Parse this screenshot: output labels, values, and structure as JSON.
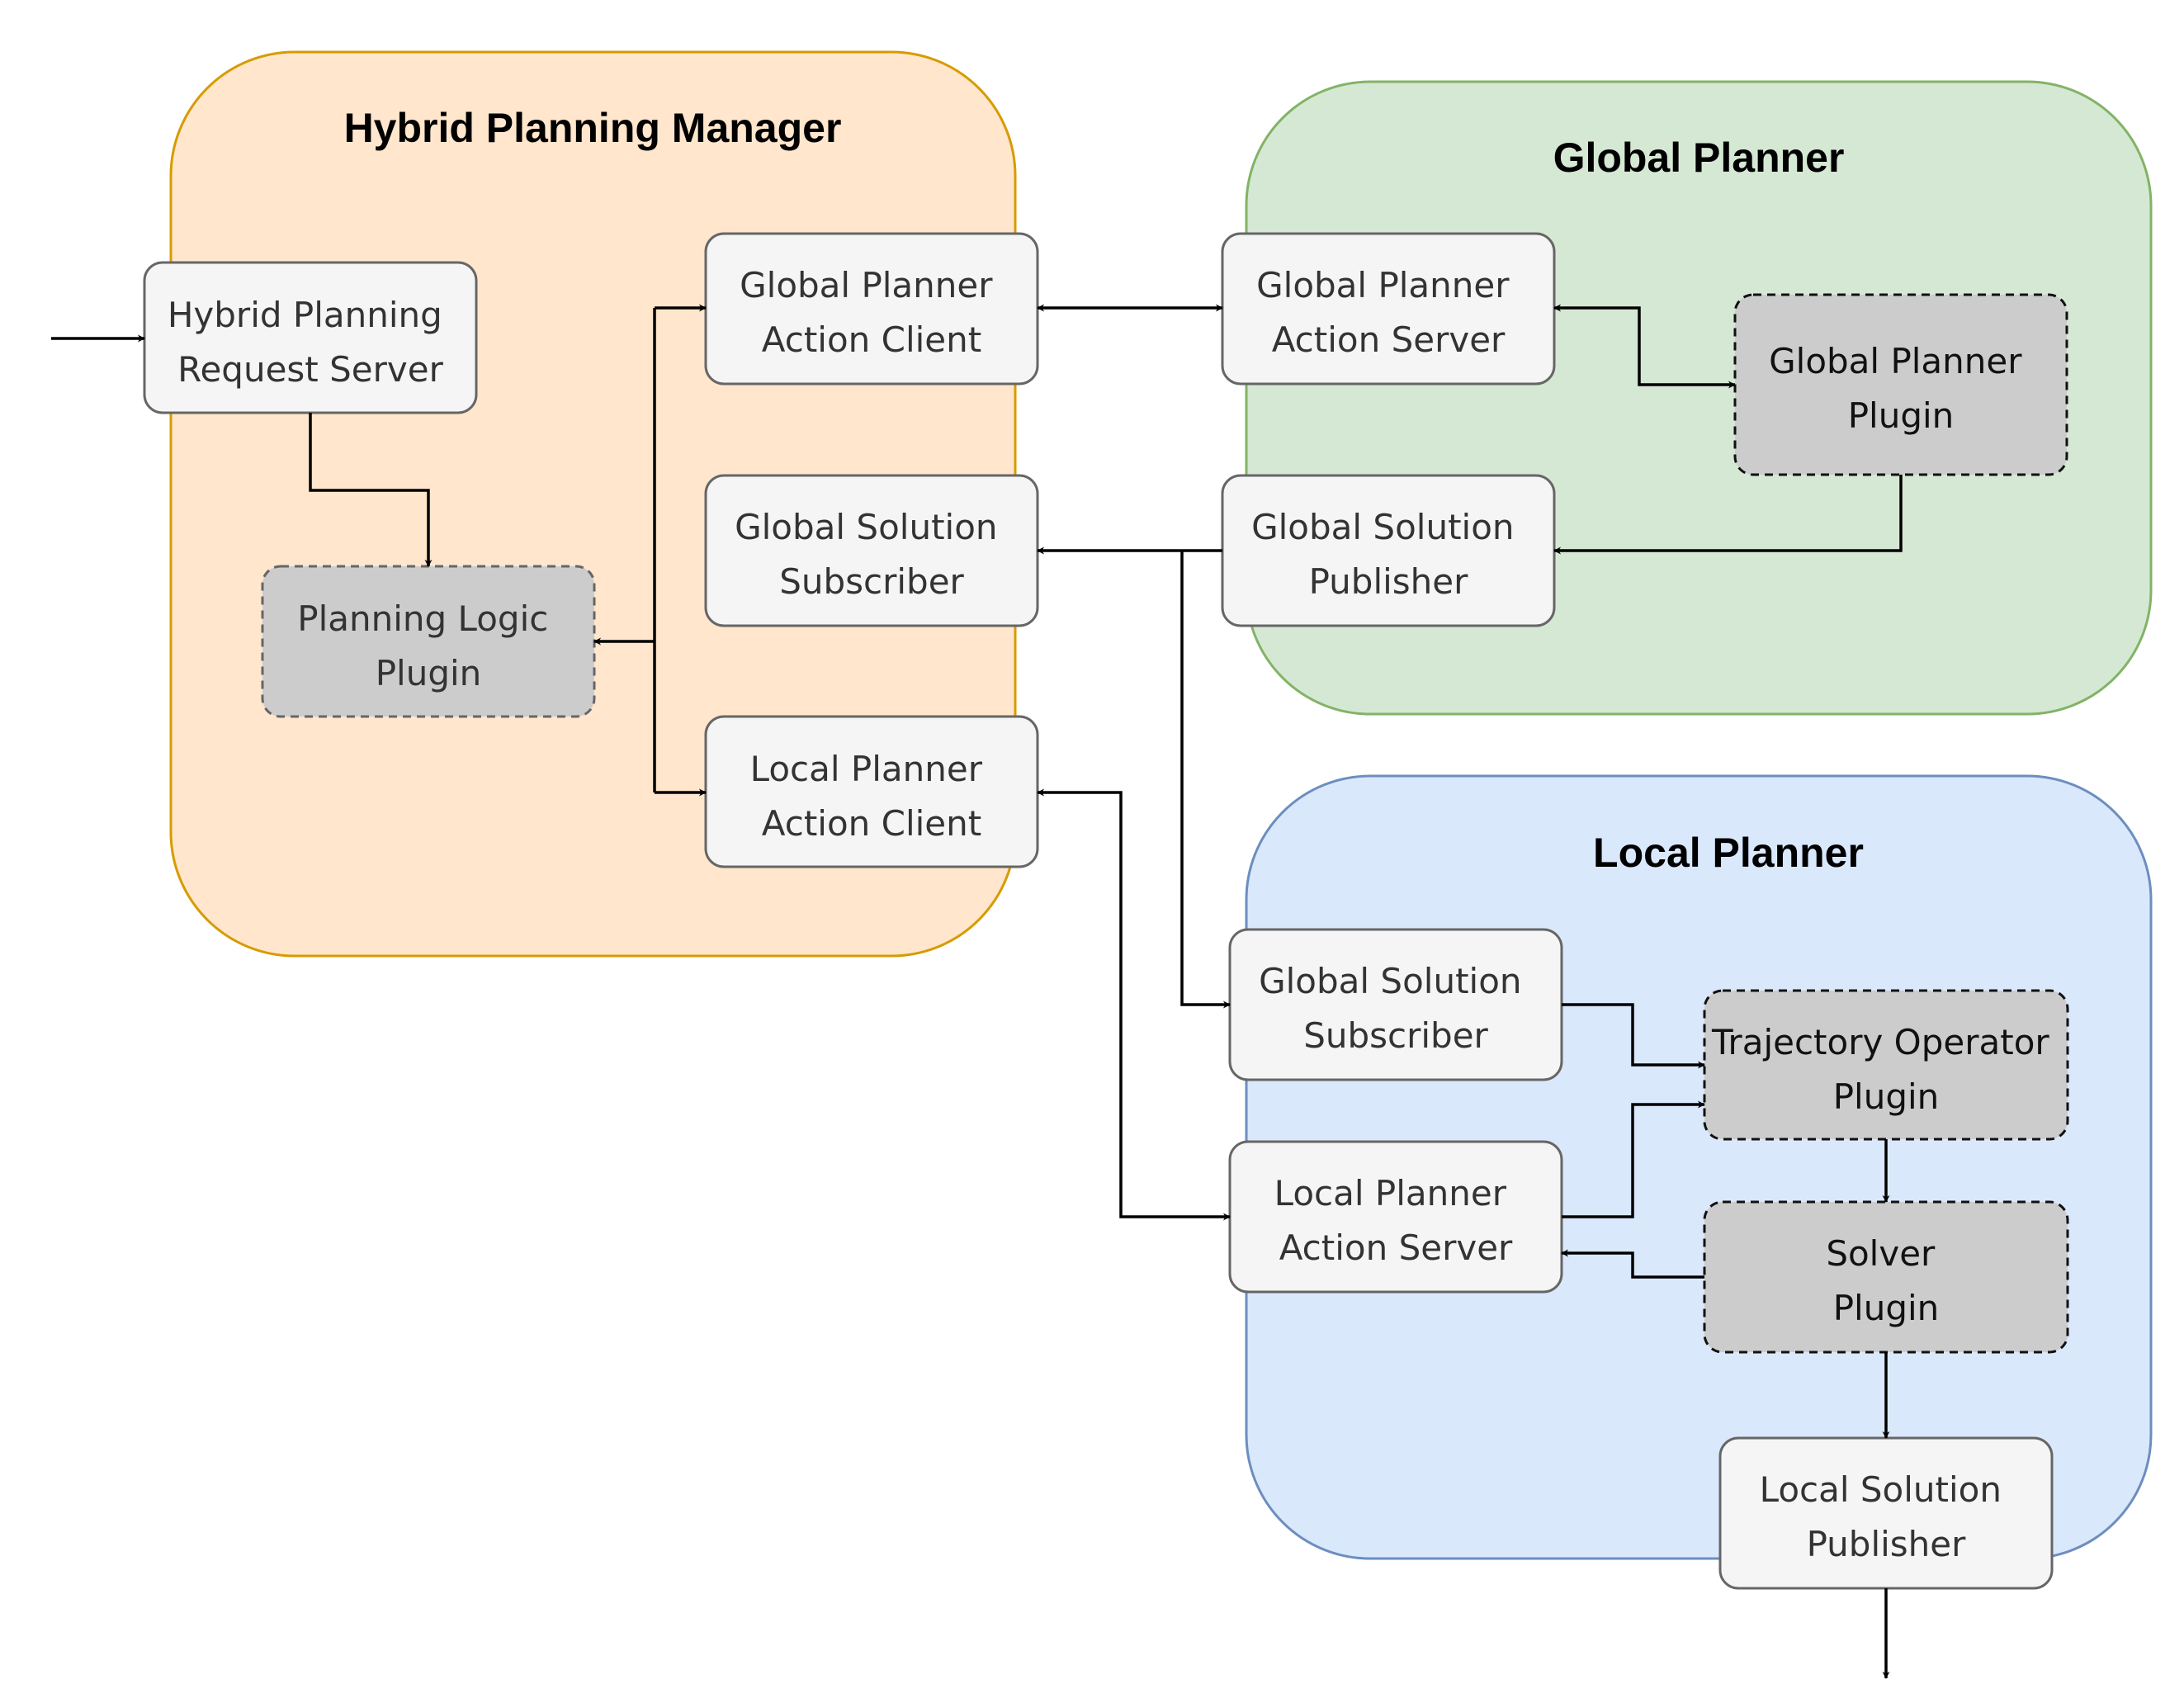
{
  "colors": {
    "hpm_fill": "#ffe6cc",
    "hpm_stroke": "#d79b00",
    "global_fill": "#d5e8d4",
    "global_stroke": "#82b366",
    "local_fill": "#dae8fc",
    "local_stroke": "#6c8ebf",
    "node_fill": "#f5f5f5",
    "node_stroke": "#666666",
    "plugin_fill": "#cccccc"
  },
  "groups": {
    "hpm": {
      "title": "Hybrid Planning Manager"
    },
    "global": {
      "title": "Global Planner"
    },
    "local": {
      "title": "Local Planner"
    }
  },
  "nodes": {
    "hybrid_request_server": {
      "line1": "Hybrid Planning",
      "line2": "Request Server"
    },
    "planning_logic_plugin": {
      "line1": "Planning Logic",
      "line2": "Plugin"
    },
    "hpm_global_action_client": {
      "line1": "Global Planner",
      "line2": "Action Client"
    },
    "hpm_global_solution_subscriber": {
      "line1": "Global Solution",
      "line2": "Subscriber"
    },
    "hpm_local_action_client": {
      "line1": "Local Planner",
      "line2": "Action Client"
    },
    "global_action_server": {
      "line1": "Global Planner",
      "line2": "Action Server"
    },
    "global_planner_plugin": {
      "line1": "Global Planner",
      "line2": "Plugin"
    },
    "global_solution_publisher": {
      "line1": "Global Solution",
      "line2": "Publisher"
    },
    "local_global_solution_subscriber": {
      "line1": "Global Solution",
      "line2": "Subscriber"
    },
    "trajectory_operator_plugin": {
      "line1": "Trajectory Operator",
      "line2": "Plugin"
    },
    "local_action_server": {
      "line1": "Local Planner",
      "line2": "Action Server"
    },
    "solver_plugin": {
      "line1": "Solver",
      "line2": "Plugin"
    },
    "local_solution_publisher": {
      "line1": "Local Solution",
      "line2": "Publisher"
    }
  }
}
